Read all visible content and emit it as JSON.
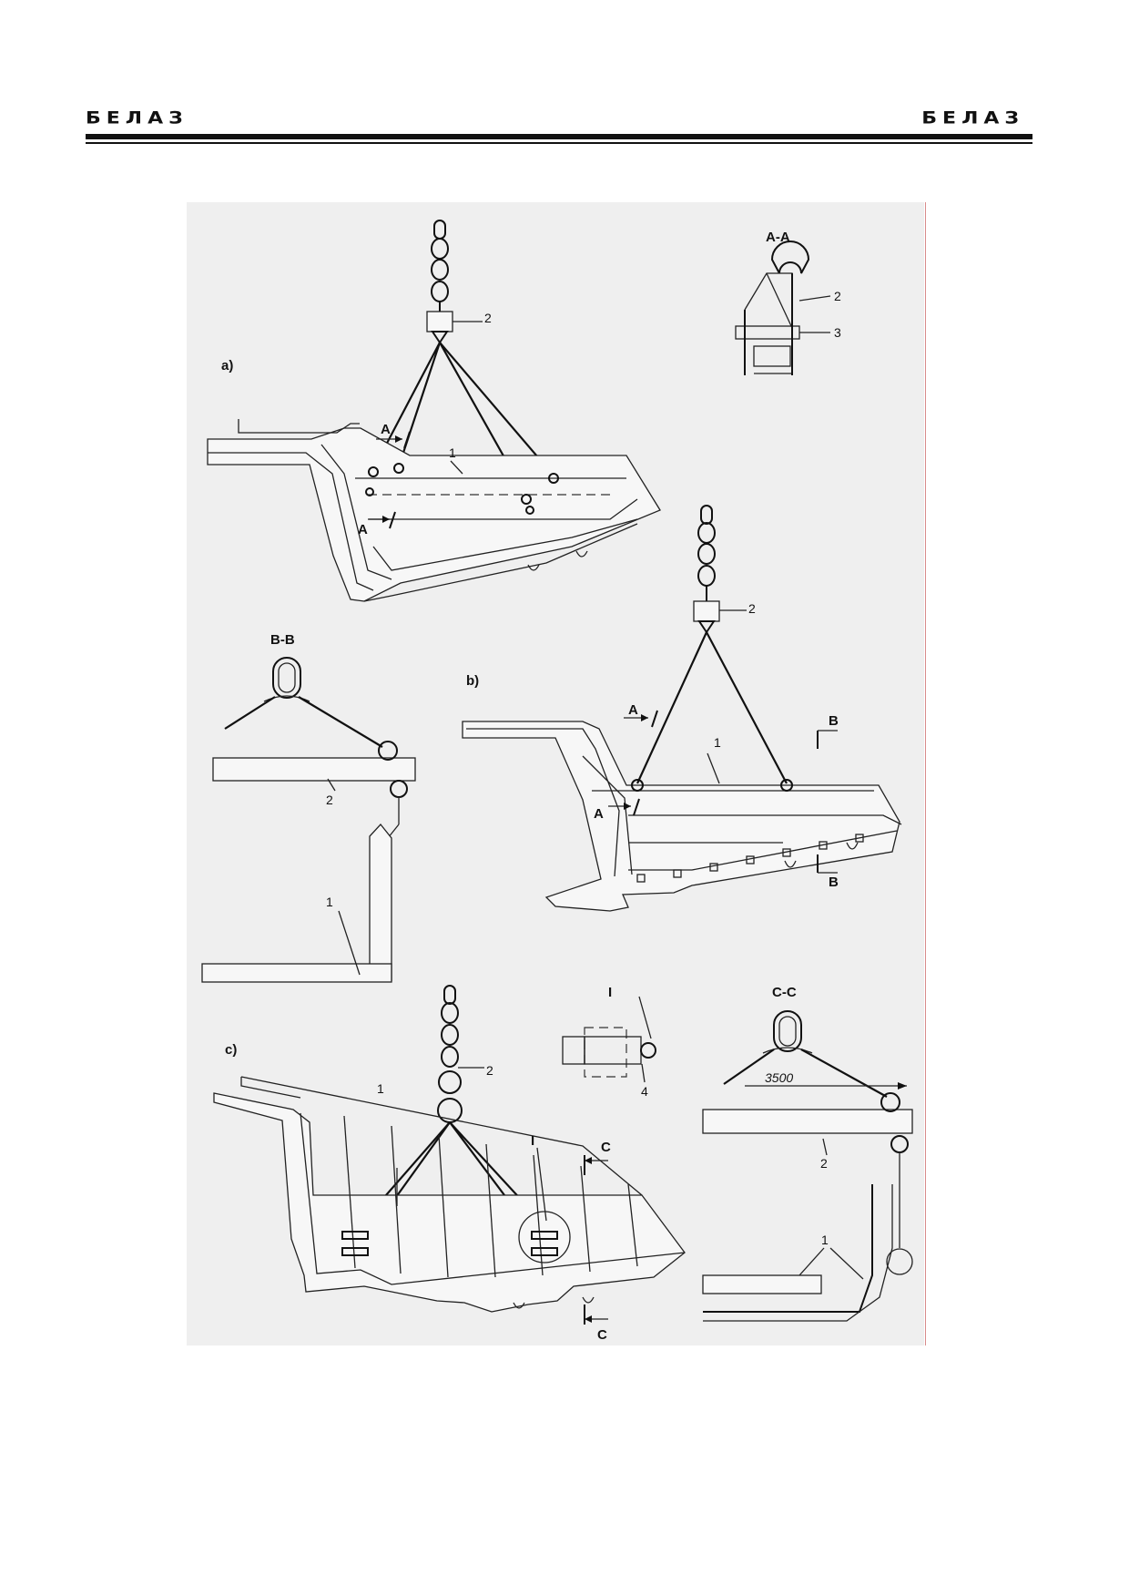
{
  "header": {
    "logo_left": "БЕЛАЗ",
    "logo_right": "БЕЛАЗ"
  },
  "views": {
    "a": {
      "label": "a)",
      "section_label": "A",
      "callouts": [
        "1",
        "2"
      ]
    },
    "aa": {
      "title": "A-A",
      "callouts": [
        "2",
        "3"
      ]
    },
    "b": {
      "label": "b)",
      "section_label_a": "A",
      "section_label_b": "B",
      "callouts": [
        "1",
        "2"
      ]
    },
    "bb": {
      "title": "B-B",
      "callouts": [
        "1",
        "2"
      ]
    },
    "c": {
      "label": "c)",
      "section_label": "C",
      "detail_label": "I",
      "callouts": [
        "1",
        "2"
      ]
    },
    "detail_i": {
      "title": "I",
      "callouts": [
        "4"
      ]
    },
    "cc": {
      "title": "C-C",
      "dimension": "3500",
      "callouts": [
        "1",
        "2"
      ]
    }
  }
}
